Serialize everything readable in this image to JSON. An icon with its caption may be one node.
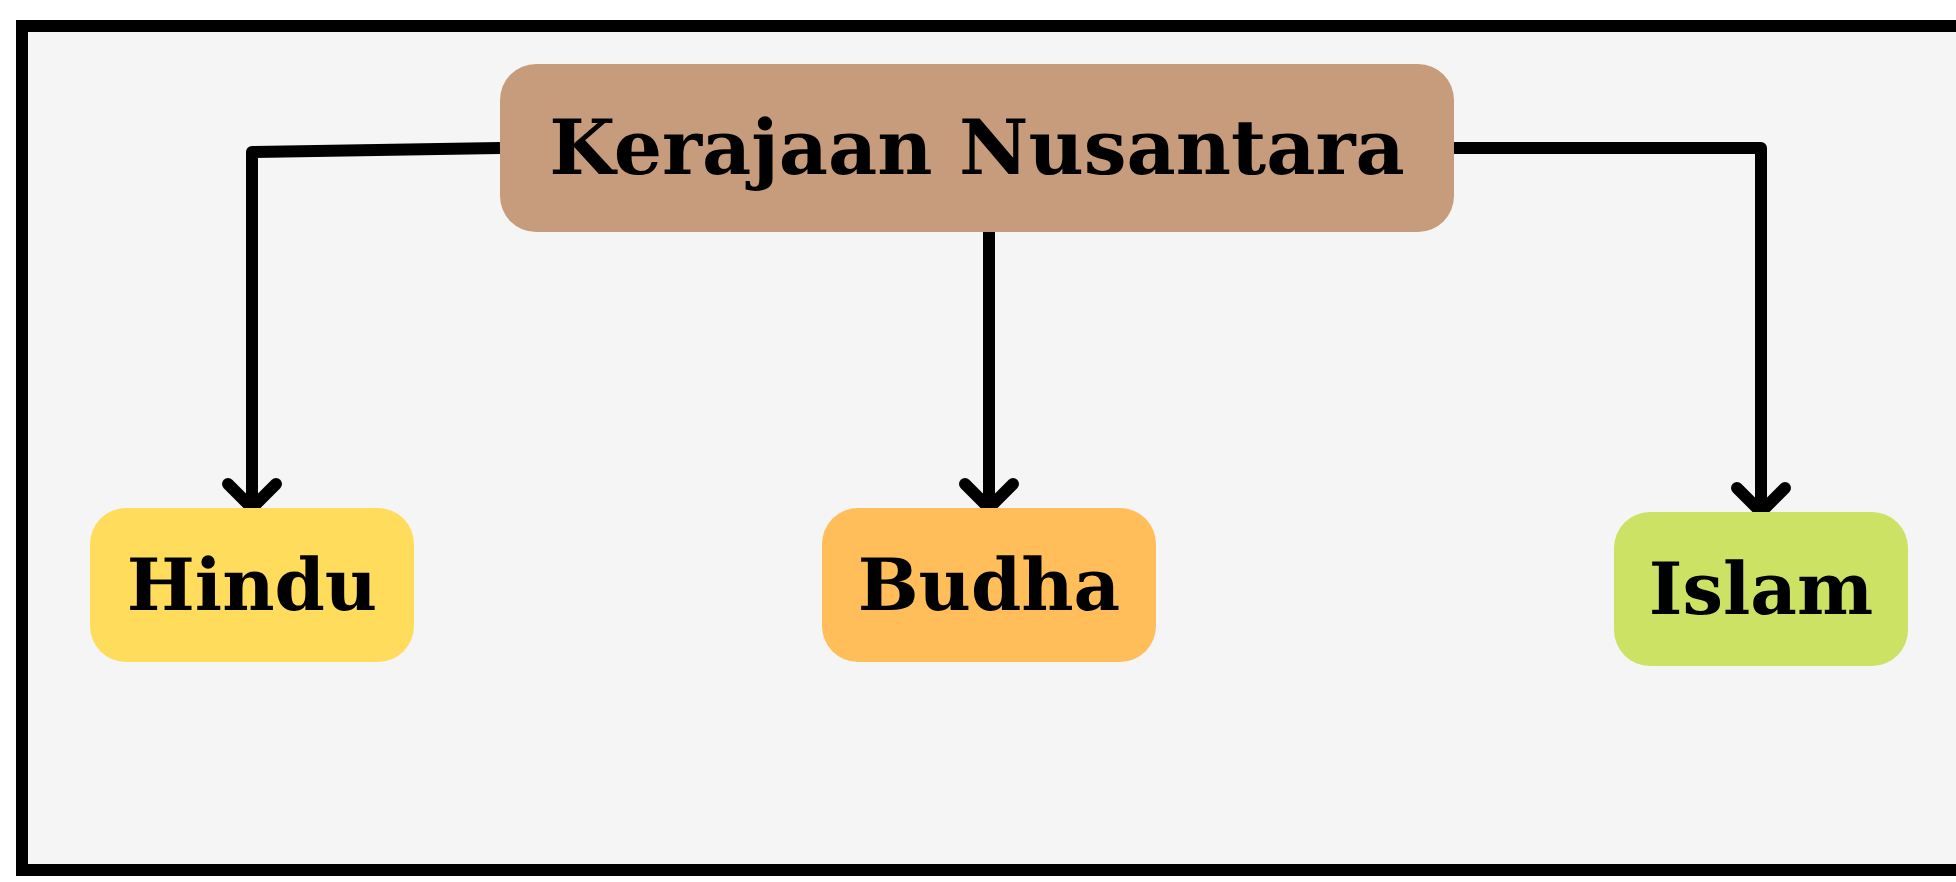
{
  "diagram": {
    "nodes": [
      {
        "text": [
          "Kerajaan Nusantara"
        ]
      },
      {
        "text": [
          "Hindu"
        ]
      },
      {
        "text": [
          "Budha"
        ]
      },
      {
        "text": [
          "Islam"
        ]
      }
    ],
    "edges": [
      {
        "from": 0,
        "to": 1,
        "arrow": "to"
      },
      {
        "from": 0,
        "to": 2,
        "arrow": "to"
      },
      {
        "from": 0,
        "to": 3,
        "arrow": "to"
      }
    ]
  }
}
